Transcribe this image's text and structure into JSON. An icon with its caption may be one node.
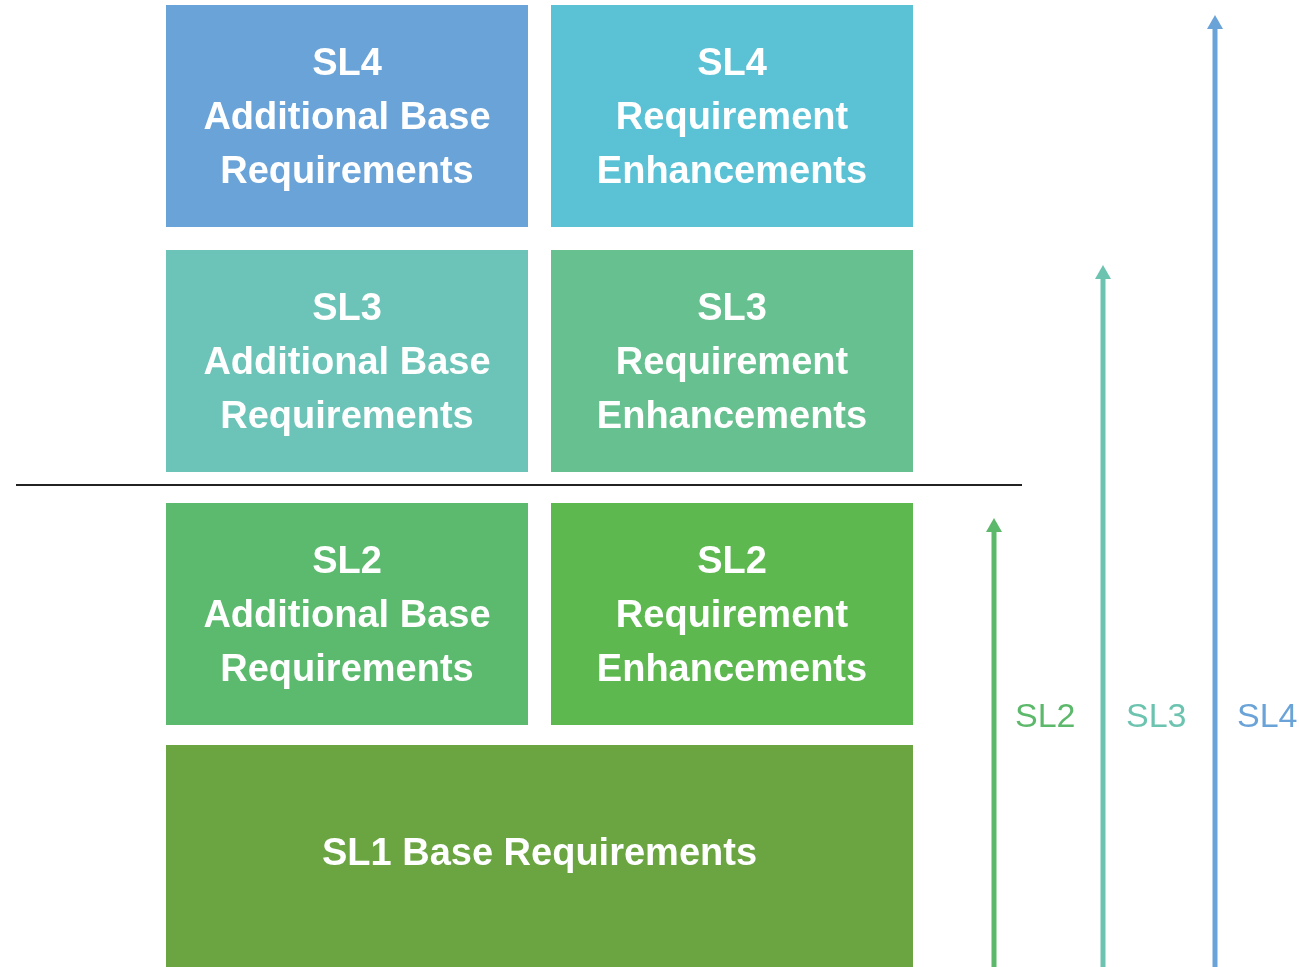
{
  "diagram": {
    "nodes": [
      {
        "text": [
          "SL4",
          "Additional Base Requirements"
        ]
      },
      {
        "text": [
          "SL4",
          "Requirement Enhancements"
        ]
      },
      {
        "text": [
          "SL3",
          "Additional Base Requirements"
        ]
      },
      {
        "text": [
          "SL3",
          "Requirement Enhancements"
        ]
      },
      {
        "text": [
          "SL2",
          "Additional Base Requirements"
        ]
      },
      {
        "text": [
          "SL2",
          "Requirement Enhancements"
        ]
      },
      {
        "text": [
          "SL1 Base Requirements"
        ]
      }
    ],
    "edges": [],
    "labels": [
      "SL2",
      "SL3",
      "SL4"
    ]
  }
}
